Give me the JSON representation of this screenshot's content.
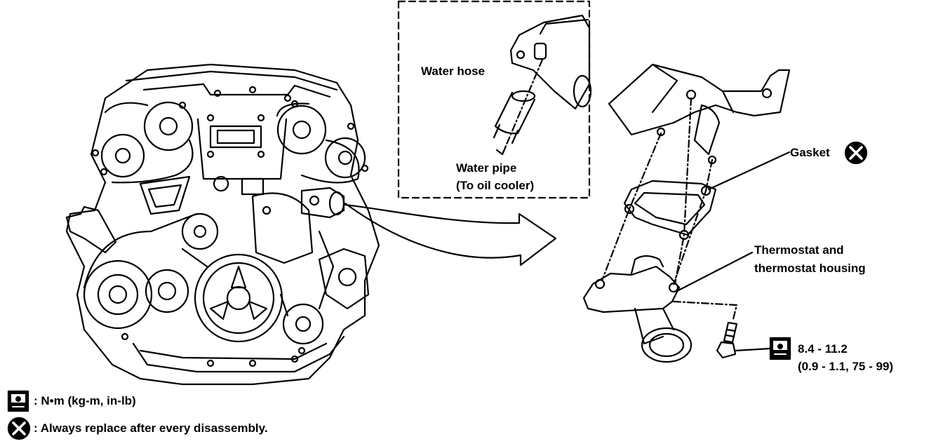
{
  "inset": {
    "water_hose_label": "Water hose",
    "water_pipe_label_line1": "Water pipe",
    "water_pipe_label_line2": "(To oil cooler)"
  },
  "parts": {
    "gasket_label": "Gasket",
    "thermostat_label_line1": "Thermostat and",
    "thermostat_label_line2": "thermostat housing"
  },
  "torque": {
    "value_line1": "8.4 - 11.2",
    "value_line2": "(0.9 - 1.1, 75 - 99)"
  },
  "legend": {
    "torque_units": ": N•m  (kg-m,  in-lb)",
    "replace_note": ": Always replace after every disassembly."
  },
  "icons": {
    "torque": "torque-wrench-icon",
    "replace": "always-replace-x-icon"
  }
}
